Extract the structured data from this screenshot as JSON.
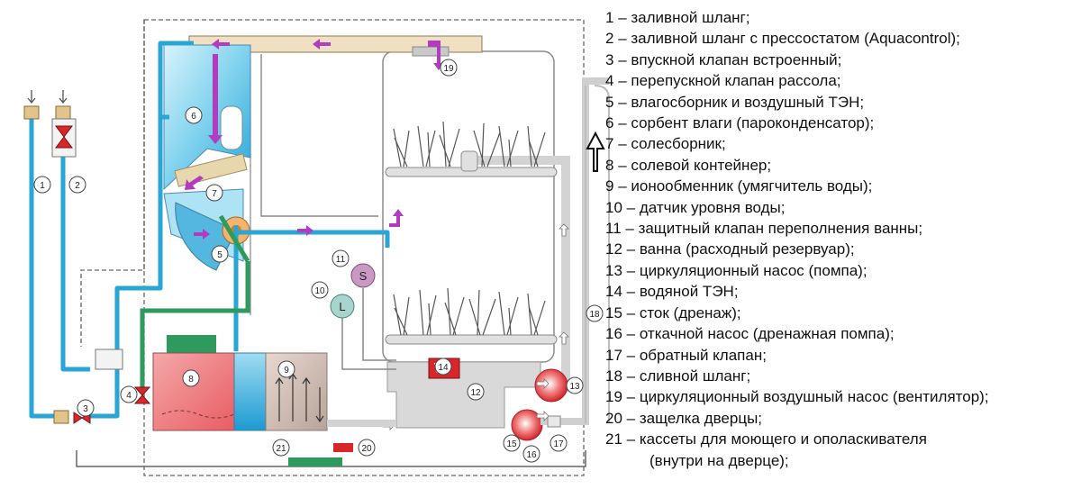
{
  "legend": [
    {
      "num": "1",
      "text": "заливной шланг;"
    },
    {
      "num": "2",
      "text": "заливной шланг с прессостатом (Aquacontrol);"
    },
    {
      "num": "3",
      "text": "впускной клапан встроенный;"
    },
    {
      "num": "4",
      "text": "перепускной клапан рассола;"
    },
    {
      "num": "5",
      "text": "влагосборник и воздушный ТЭН;"
    },
    {
      "num": "6",
      "text": "сорбент влаги (пароконденсатор);"
    },
    {
      "num": "7",
      "text": "солесборник;"
    },
    {
      "num": "8",
      "text": "солевой контейнер;"
    },
    {
      "num": "9",
      "text": "ионообменник (умягчитель воды);"
    },
    {
      "num": "10",
      "text": "датчик уровня воды;"
    },
    {
      "num": "11",
      "text": "защитный клапан переполнения ванны;"
    },
    {
      "num": "12",
      "text": "ванна (расходный резервуар);"
    },
    {
      "num": "13",
      "text": "циркуляционный насос (помпа);"
    },
    {
      "num": "14",
      "text": "водяной ТЭН;"
    },
    {
      "num": "15",
      "text": "сток (дренаж);"
    },
    {
      "num": "16",
      "text": "откачной насос (дренажная помпа);"
    },
    {
      "num": "17",
      "text": "обратный клапан;"
    },
    {
      "num": "18",
      "text": "сливной шланг;"
    },
    {
      "num": "19",
      "text": "циркуляционный воздушный насос (вентилятор);"
    },
    {
      "num": "20",
      "text": "защелка дверцы;"
    },
    {
      "num": "21",
      "text": "кассеты для моющего и ополаскивателя"
    }
  ],
  "legend_continuation": "(внутри на дверце);",
  "sensor_letters": {
    "level": "L",
    "safety": "S"
  },
  "colors": {
    "water": "#2aa6d6",
    "green_pipe": "#2e9a5e",
    "flow_arrow": "#b23bbf",
    "heater_red": "#d8262b",
    "tank_gray": "#d9d9d9",
    "frame_dash": "#666666"
  }
}
